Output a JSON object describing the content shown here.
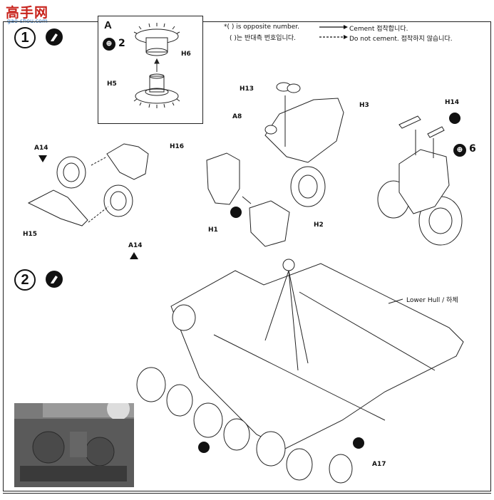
{
  "watermark": {
    "title": "高手网",
    "subtitle": "gao-shou.com"
  },
  "steps": [
    {
      "number": "1"
    },
    {
      "number": "2"
    }
  ],
  "legend": {
    "opposite_number": "*( ) is opposite number.",
    "opposite_number_kr": "( )는 반대측 번호입니다.",
    "cement": "Cement 접착합니다.",
    "no_cement": "Do not cement. 접착하지 않습니다."
  },
  "detail_a": {
    "title": "A",
    "step_ref": "2",
    "parts": [
      "H6",
      "H5"
    ]
  },
  "step1_parts": {
    "a14_top": "A14",
    "h16": "H16",
    "h15": "H15",
    "a14_bottom": "A14",
    "h13": "H13",
    "a8": "A8",
    "h3": "H3",
    "h1": "H1",
    "h2": "H2",
    "h14": "H14",
    "step_ref_6": "6"
  },
  "step2_parts": {
    "lower_hull": "Lower Hull / 하체",
    "a17": "A17"
  }
}
